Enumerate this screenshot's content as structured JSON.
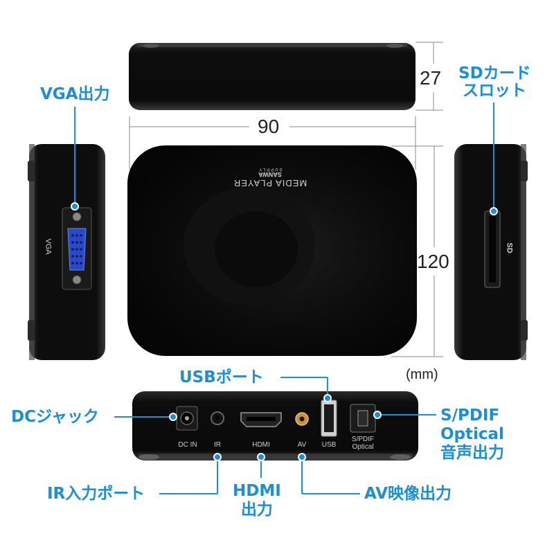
{
  "dimensions": {
    "height": "27",
    "width": "90",
    "depth": "120",
    "unit": "(mm)"
  },
  "callouts": {
    "vga_output": "VGA出力",
    "sd_slot_line1": "SDカード",
    "sd_slot_line2": "スロット",
    "usb_port": "USBポート",
    "dc_jack": "DCジャック",
    "spdif_line1": "S/PDIF",
    "spdif_line2": "Optical",
    "spdif_line3": "音声出力",
    "ir_input": "IR入力ポート",
    "hdmi_line1": "HDMI",
    "hdmi_line2": "出力",
    "av_output": "AV映像出力"
  },
  "device": {
    "top_print_line1": "MEDIA PLAYER",
    "top_print_brand": "SANWA",
    "top_print_sub": "SUPPLY",
    "left_side_label": "VGA",
    "right_side_label": "SD"
  },
  "ports": {
    "dc_in": "DC IN",
    "ir": "IR",
    "hdmi": "HDMI",
    "av": "AV",
    "usb": "USB",
    "spdif_line1": "S/PDIF",
    "spdif_line2": "Optical"
  },
  "colors": {
    "callout": "#1b8ed6",
    "device_body": "#0b0b0b",
    "vga_connector": "#2a49c8"
  }
}
